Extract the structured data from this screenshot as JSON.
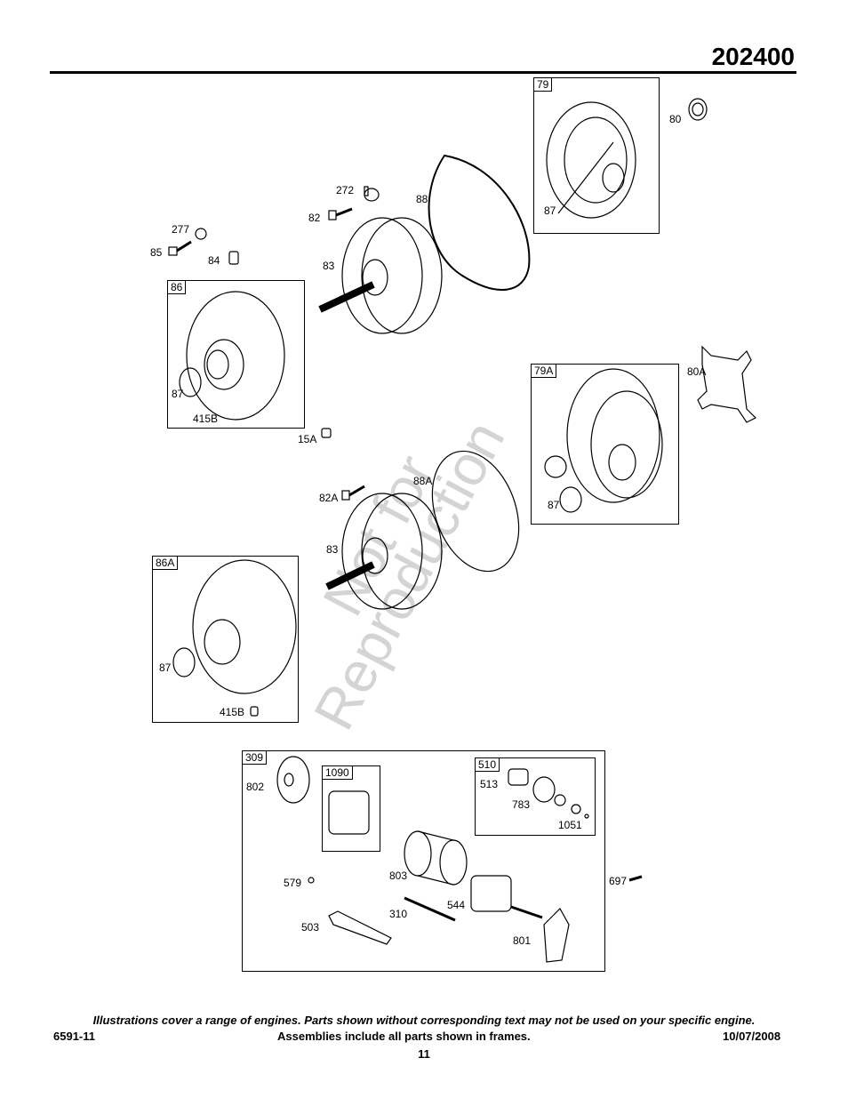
{
  "header": {
    "model": "202400"
  },
  "watermark": {
    "line1": "Not for",
    "line2": "Reproduction"
  },
  "frames": {
    "f79": "79",
    "f86": "86",
    "f79A": "79A",
    "f86A": "86A",
    "f309": "309",
    "f1090": "1090",
    "f510": "510"
  },
  "parts": {
    "p80": "80",
    "p87a": "87",
    "p88": "88",
    "p272": "272",
    "p82": "82",
    "p277": "277",
    "p85": "85",
    "p84": "84",
    "p83a": "83",
    "p87b": "87",
    "p415Ba": "415B",
    "p15A": "15A",
    "p80A": "80A",
    "p88A": "88A",
    "p82A": "82A",
    "p87c": "87",
    "p83b": "83",
    "p87d": "87",
    "p415Bb": "415B",
    "p802": "802",
    "p513": "513",
    "p783": "783",
    "p1051": "1051",
    "p579": "579",
    "p803": "803",
    "p697": "697",
    "p544": "544",
    "p310": "310",
    "p503": "503",
    "p801": "801"
  },
  "footer": {
    "note": "Illustrations cover a range of engines. Parts shown without corresponding text may not be used on your specific engine.",
    "doc_number": "6591-11",
    "assemblies": "Assemblies include all parts shown in frames.",
    "date": "10/07/2008",
    "page": "11"
  }
}
